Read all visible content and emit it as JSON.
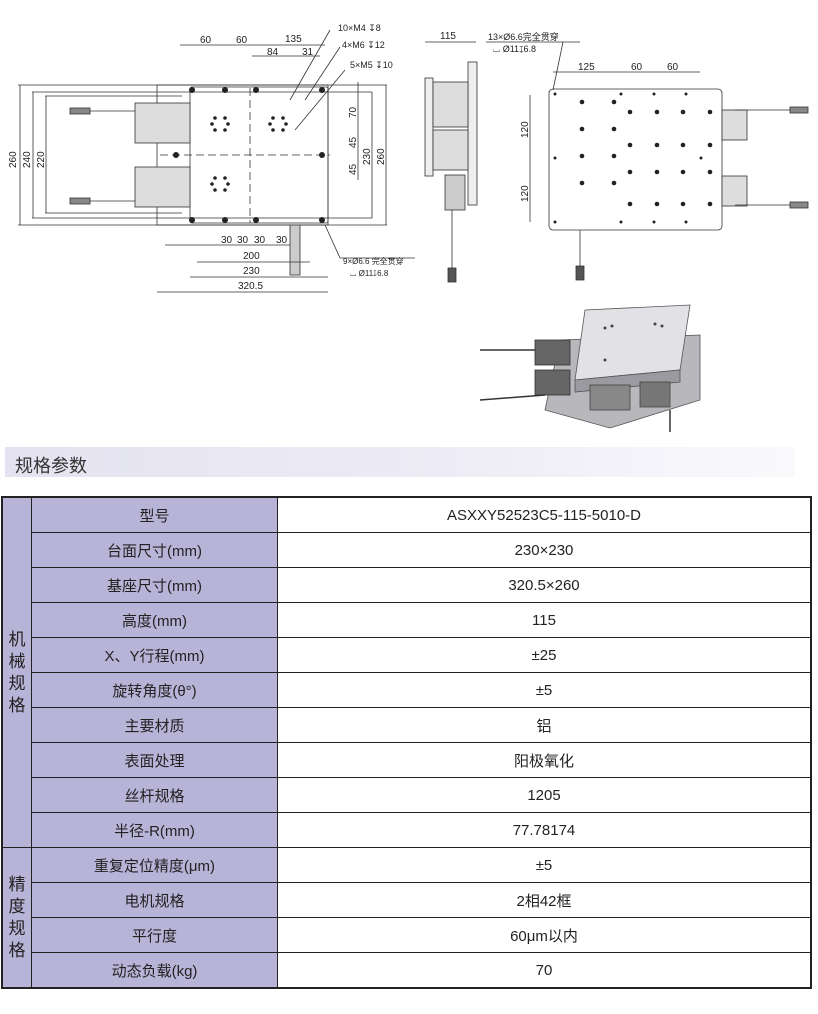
{
  "drawing": {
    "top_view": {
      "dims_top": [
        "60",
        "60",
        "135",
        "84",
        "31"
      ],
      "callouts": [
        "10×M4 ↧8",
        "4×M6 ↧12",
        "5×M5 ↧10"
      ],
      "dims_left": [
        "260",
        "240",
        "220"
      ],
      "dims_right": [
        "70",
        "45",
        "45",
        "230",
        "260"
      ],
      "dims_bottom": [
        "30",
        "30",
        "30",
        "30",
        "200",
        "230",
        "320.5"
      ],
      "hole_note": [
        "9×Ø6.6 完全贯穿",
        "⌴ Ø11↧6.8"
      ]
    },
    "side_view": {
      "height_dim": "115"
    },
    "bottom_view": {
      "hole_note": [
        "13×Ø6.6完全贯穿",
        "⌴ Ø11↧6.8"
      ],
      "dims_top": [
        "125",
        "60",
        "60"
      ],
      "dims_left": [
        "120",
        "120"
      ]
    }
  },
  "section_title": "规格参数",
  "spec_table": {
    "groups": [
      {
        "label": "机械规格",
        "chars": [
          "机",
          "械",
          "规",
          "格"
        ]
      },
      {
        "label": "精度规格",
        "chars": [
          "精",
          "度",
          "规",
          "格"
        ]
      }
    ],
    "rows": [
      {
        "label": "型号",
        "value": "ASXXY52523C5-115-5010-D"
      },
      {
        "label": "台面尺寸(mm)",
        "value": "230×230"
      },
      {
        "label": "基座尺寸(mm)",
        "value": "320.5×260"
      },
      {
        "label": "高度(mm)",
        "value": "115"
      },
      {
        "label": "X、Y行程(mm)",
        "value": "±25"
      },
      {
        "label": "旋转角度(θ°)",
        "value": "±5"
      },
      {
        "label": "主要材质",
        "value": "铝"
      },
      {
        "label": "表面处理",
        "value": "阳极氧化"
      },
      {
        "label": "丝杆规格",
        "value": "1205"
      },
      {
        "label": "半径-R(mm)",
        "value": "77.78174"
      },
      {
        "label": "重复定位精度(μm)",
        "value": "±5"
      },
      {
        "label": "电机规格",
        "value": "2相42框"
      },
      {
        "label": "平行度",
        "value": "60μm以内"
      },
      {
        "label": "动态负载(kg)",
        "value": "70"
      }
    ]
  }
}
